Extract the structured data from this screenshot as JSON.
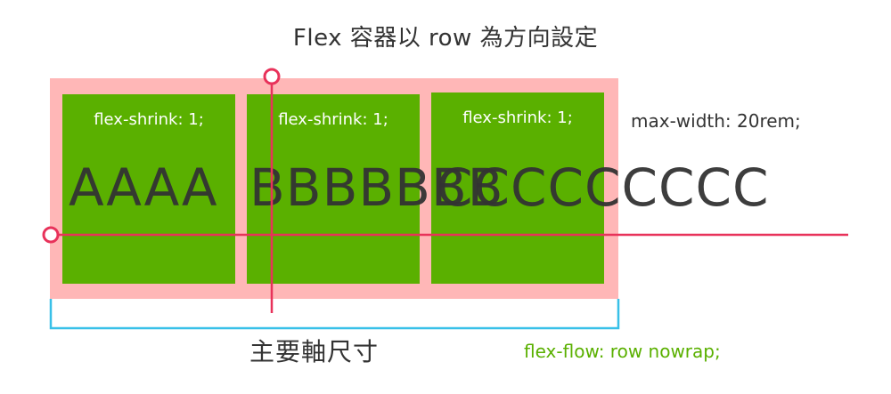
{
  "title": "Flex 容器以 row 為方向設定",
  "items": [
    {
      "label": "flex-shrink: 1;",
      "text": "AAAA"
    },
    {
      "label": "flex-shrink: 1;",
      "text": "BBBBBBB"
    },
    {
      "label": "flex-shrink: 1;",
      "text": "CCCCCCCCC"
    }
  ],
  "side_note": "max-width: 20rem;",
  "main_size_label": "主要軸尺寸",
  "flex_flow_label": "flex-flow: row nowrap;",
  "colors": {
    "container": "#ffb7b7",
    "item": "#5ab000",
    "axis": "#e8325a",
    "bracket": "#38c0e8",
    "flow_label": "#5ab000"
  }
}
